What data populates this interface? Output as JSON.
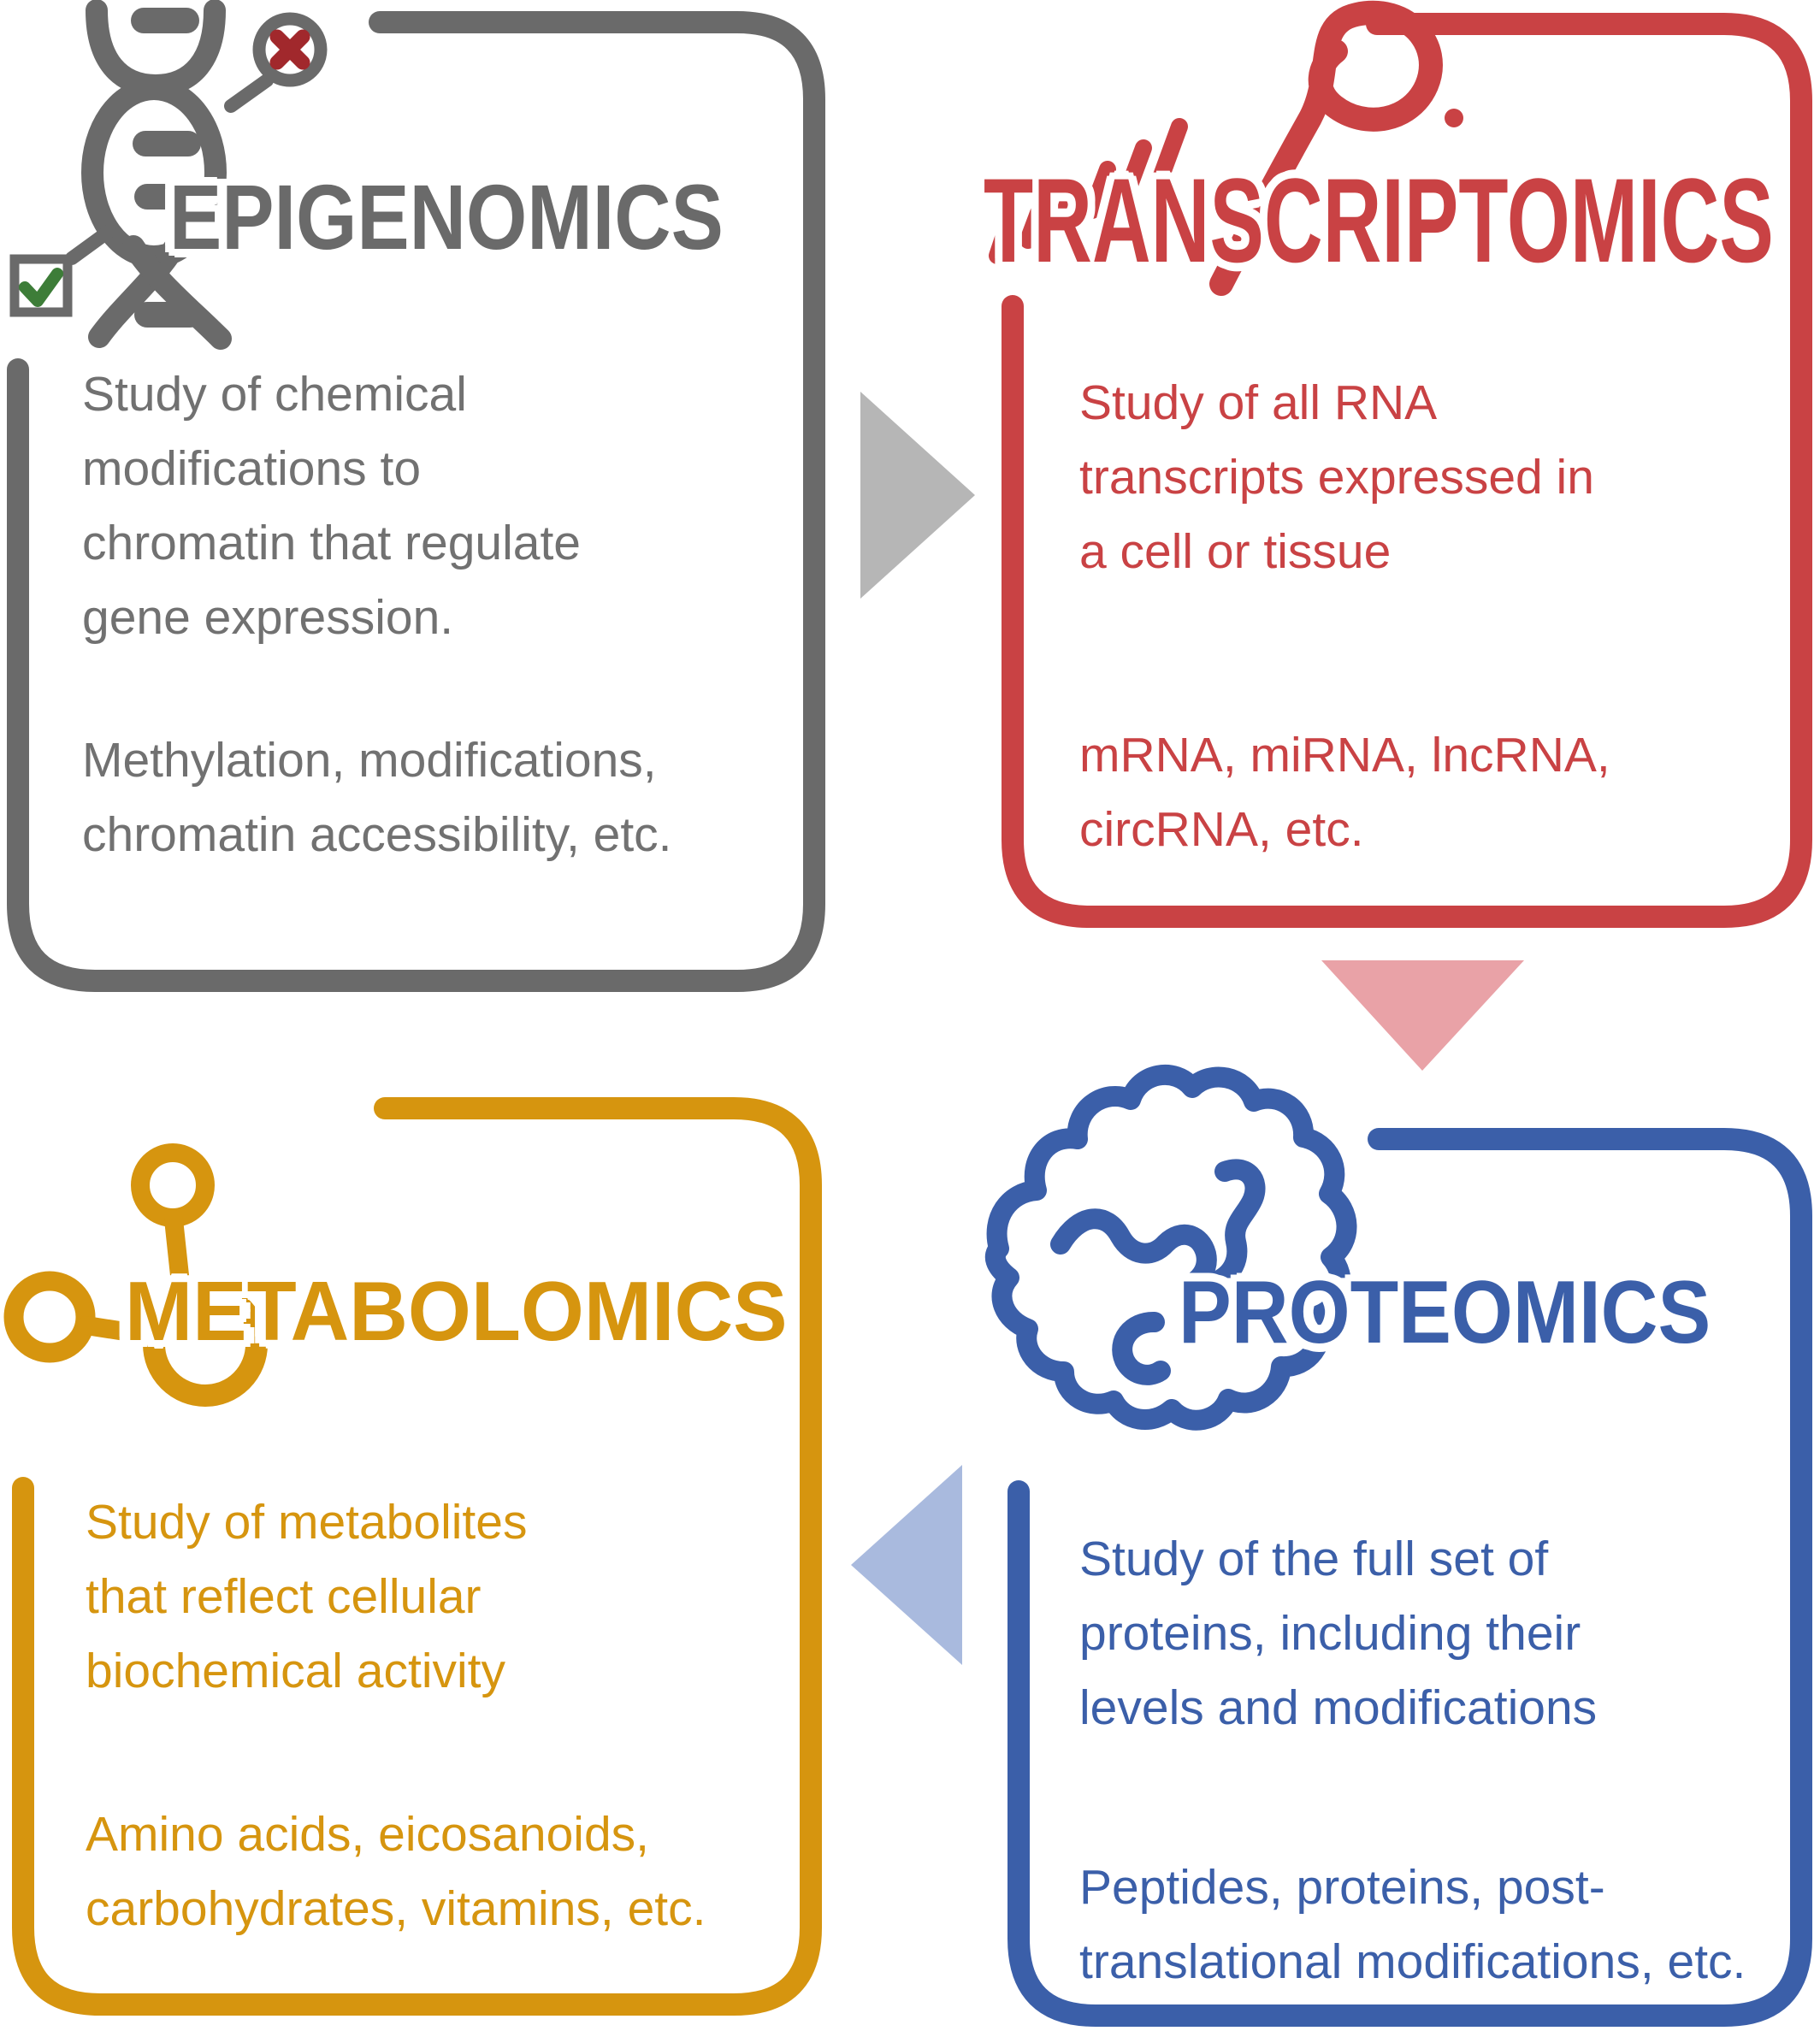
{
  "diagram": {
    "quadrants": [
      {
        "id": "epigenomics",
        "title": "EPIGENOMICS",
        "description": "Study of chemical\nmodifications to\nchromatin that regulate\ngene expression.",
        "examples": "Methylation, modifications,\nchromatin accessibility, etc.",
        "color": "#6a6a6a",
        "icon": "dna-methylation-icon"
      },
      {
        "id": "transcriptomics",
        "title": "TRANSCRIPTOMICS",
        "description": "Study of all RNA\ntranscripts expressed in\na cell or tissue",
        "examples": "mRNA, miRNA, lncRNA,\ncircRNA, etc.",
        "color": "#c94244",
        "icon": "rna-strand-icon"
      },
      {
        "id": "metabolomics",
        "title": "METABOLOMICS",
        "description": "Study of metabolites\nthat reflect cellular\nbiochemical activity",
        "examples": "Amino acids, eicosanoids,\ncarbohydrates, vitamins, etc.",
        "color": "#d6950f",
        "icon": "molecule-icon"
      },
      {
        "id": "proteomics",
        "title": "PROTEOMICS",
        "description": "Study of the full set of\nproteins, including their\nlevels and modifications",
        "examples": "Peptides, proteins, post-\ntranslational modifications, etc.",
        "color": "#3b5fa9",
        "icon": "protein-blob-icon"
      }
    ],
    "arrows": {
      "epigenomics_to_transcriptomics_color": "#b6b6b6",
      "transcriptomics_to_proteomics_color": "#e9a2a7",
      "proteomics_to_metabolomics_color": "#a9bade"
    },
    "accents": {
      "x_mark_color": "#a1282c",
      "check_mark_color": "#3d7d38"
    }
  }
}
